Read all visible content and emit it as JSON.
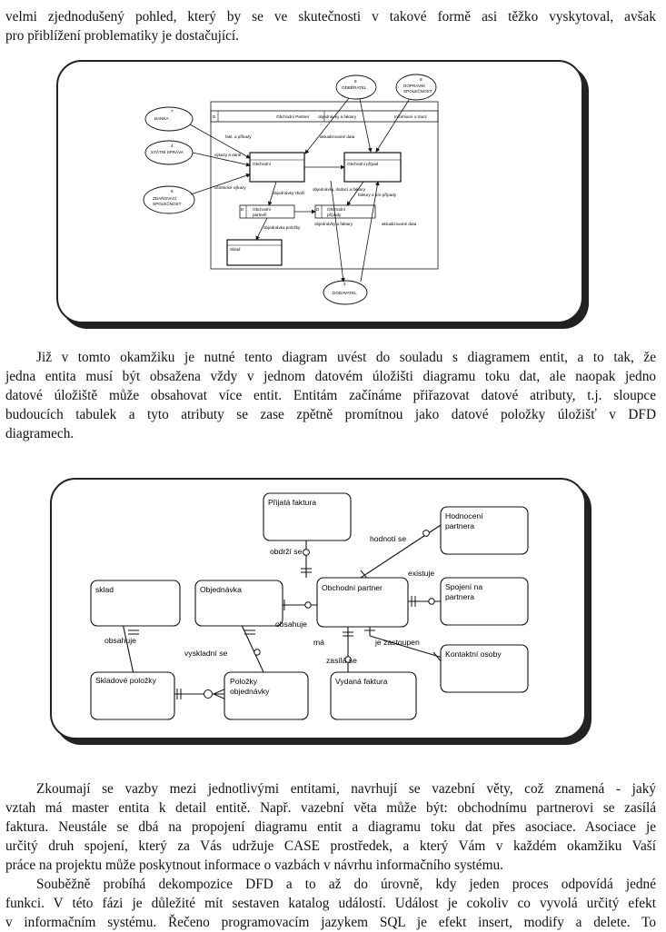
{
  "text": {
    "p0": [
      "velmi zjednodušený pohled, který by se ve skutečnosti v takové formě asi těžko vyskytoval, avšak",
      "pro přiblížení problematiky je dostačující."
    ],
    "p1": [
      "Již v tomto okamžiku je nutné tento diagram uvést do souladu s diagramem entit, a to tak, že",
      "jedna entita musí být obsažena vždy v jednom datovém úložišti diagramu toku dat, ale naopak jedno",
      "datové úložiště může obsahovat více entit. Entitám začínáme přiřazovat datové atributy, t.j. sloupce",
      "budoucích tabulek a tyto atributy se zase zpětně promítnou jako datové položky úložišť v DFD",
      "diagramech."
    ],
    "p2": [
      "Zkoumají se vazby mezi jednotlivými entitami, navrhují se vazební věty, což znamená - jaký",
      "vztah má master entita k detail entitě. Např. vazební věta může být: obchodnímu partnerovi se zasílá",
      "faktura. Neustále se dbá na propojení diagramu entit a diagramu toku dat přes asociace. Asociace je",
      "určitý druh spojení, který za Vás udržuje CASE prostředek, a který Vám v každém okamžiku Vaší",
      "práce na projektu může poskytnout informace o vazbách v návrhu informačního systému."
    ],
    "p3": [
      "Souběžně probíhá dekompozice DFD a to až do úrovně, kdy jeden proces odpovídá jedné",
      "funkci. V této fázi je důležité mít sestaven katalog událostí. Událost je cokoliv co vyvolá určitý efekt",
      "v informačním systému. Řečeno programovacím jazykem SQL je efekt insert, modify a delete. To"
    ]
  },
  "dfd": {
    "ext_entities": [
      {
        "num": "9",
        "name": "ODBĚRATEL"
      },
      {
        "num": "8",
        "name": "DOPRAVNÍ",
        "name2": "SPOLEČNOST"
      },
      {
        "num": "7",
        "name": "BANKA"
      },
      {
        "num": "4",
        "name": "STÁTNÍ SPRÁVA"
      },
      {
        "num": "6",
        "name": "ZDAŇOVACÍ",
        "name2": "SPOLEČNOST"
      },
      {
        "num": "2",
        "name": "DODAVATEL"
      }
    ],
    "stores": [
      {
        "code": "D",
        "name": "Obchodní Partner"
      },
      {
        "code": "D",
        "name": "Informace o tranz"
      }
    ],
    "processes": [
      {
        "name": "Obchodní"
      },
      {
        "name": "Obchodní případ"
      },
      {
        "name": "Sklad"
      }
    ],
    "sub_stores": [
      {
        "code": "D",
        "name": "Obchodní",
        "name2": "partneři"
      },
      {
        "code": "D",
        "name": "Obchodní",
        "name2": "případy"
      }
    ],
    "flows": [
      "objednávky a faktury",
      "fakt. a příkazy",
      "aktualizované data",
      "výkazy a daně",
      "účetnické výkazy",
      "objednávky zboží",
      "objednávky, dodací a faktury",
      "faktury a pro případy",
      "objednávky a faktury",
      "aktualizované data",
      "objednávka položky"
    ]
  },
  "erd": {
    "entities": [
      {
        "name": "Přijatá faktura"
      },
      {
        "name": "Hodnocení",
        "name2": "partnera"
      },
      {
        "name": "sklad"
      },
      {
        "name": "Objednávka"
      },
      {
        "name": "Obchodní partner"
      },
      {
        "name": "Spojení na",
        "name2": "partnera"
      },
      {
        "name": "Kontaktní osoby"
      },
      {
        "name": "Skladové položky"
      },
      {
        "name": "Položky",
        "name2": "objednávky"
      },
      {
        "name": "Vydaná faktura"
      }
    ],
    "relations": {
      "obdrzi": "obdrží se",
      "hodnoti": "hodnotí se",
      "existuje": "existuje",
      "obsahuje1": "obsahuje",
      "obsahuje2": "obsahuje",
      "vyskladni": "vyskladní se",
      "ma": "má",
      "zastoupen": "je zastoupen",
      "zasila": "zasílá se"
    }
  }
}
